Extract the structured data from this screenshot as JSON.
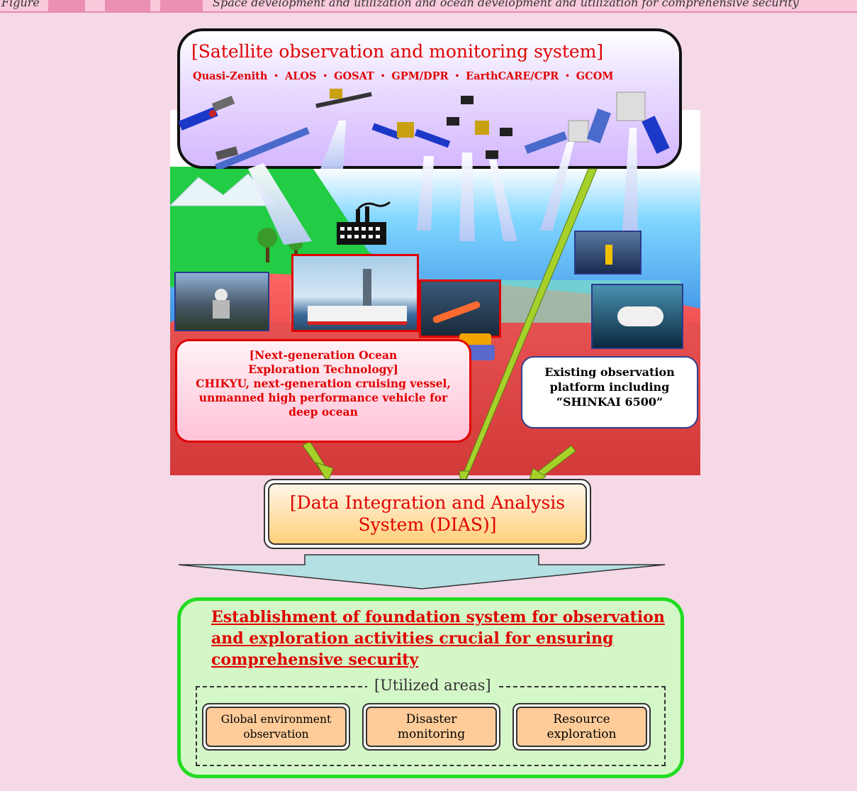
{
  "top_strip": {
    "left_fragment": "Figure",
    "text_fragment": "Space development and utilization and ocean development and utilization for comprehensive security"
  },
  "satellite_box": {
    "title": "[Satellite observation and monitoring system]",
    "satellites": "Quasi-Zenith ・ ALOS ・ GOSAT ・ GPM/DPR ・ EarthCARE/CPR ・ GCOM"
  },
  "ocean_box": {
    "line1": "[Next-generation Ocean",
    "line2": "Exploration Technology]",
    "line3": "CHIKYU, next-generation cruising vessel,",
    "line4": "unmanned high performance vehicle for",
    "line5": "deep ocean"
  },
  "existing_box": {
    "line1": "Existing observation",
    "line2": "platform including",
    "line3": "“SHINKAI 6500”"
  },
  "dias": {
    "line1": "[Data Integration and Analysis",
    "line2": "System (DIAS)]"
  },
  "foundation": {
    "title": "Establishment of foundation system for observation and exploration activities crucial for ensuring comprehensive security",
    "utilized_label": "[Utilized areas]",
    "areas": [
      {
        "line1": "Global environment",
        "line2": "observation"
      },
      {
        "line1": "Disaster",
        "line2": "monitoring"
      },
      {
        "line1": "Resource",
        "line2": "exploration"
      }
    ]
  },
  "colors": {
    "background": "#f6d9e6",
    "accent_red": "#e00000",
    "green_border": "#22dd22",
    "arrow_green": "#99cc00"
  }
}
